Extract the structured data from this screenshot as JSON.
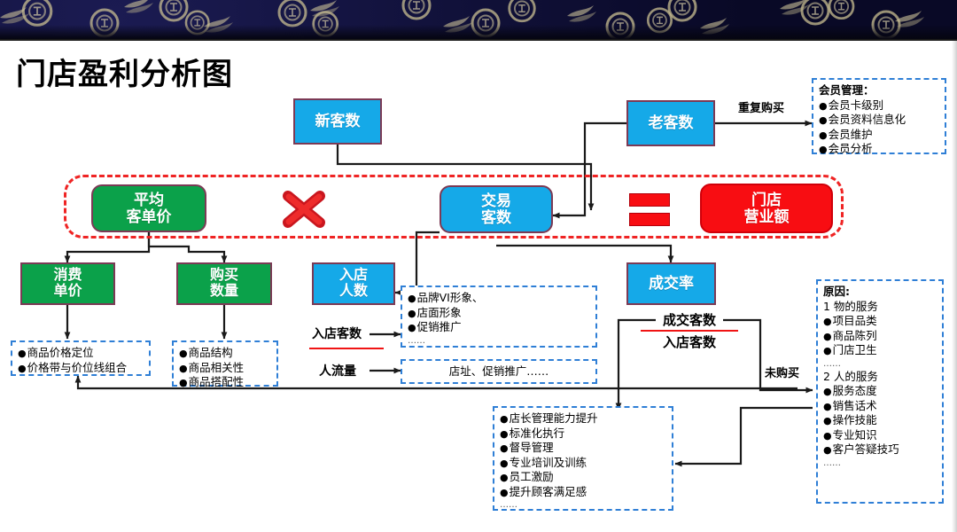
{
  "page": {
    "title": "门店盈利分析图",
    "banner_motif": "coin-pattern-banner"
  },
  "nodes": {
    "new_customers": "新客数",
    "old_customers": "老客数",
    "avg_unit_price": "平均\n客单价",
    "trade_customers": "交易\n客数",
    "store_revenue": "门店\n营业额",
    "consume_unit_price": "消费\n单价",
    "purchase_qty": "购买\n数量",
    "enter_store_count": "入店\n人数",
    "conversion_rate": "成交率"
  },
  "operators": {
    "multiply": "×",
    "equals": "="
  },
  "edge_labels": {
    "repeat_purchase": "重复购买",
    "not_purchased": "未购买",
    "enter_store_guests": "入店客数",
    "foot_traffic": "人流量"
  },
  "fractions": {
    "conversion": {
      "numerator": "成交客数",
      "denominator": "入店客数"
    }
  },
  "notes": {
    "member_management": {
      "title": "会员管理：",
      "items": [
        "会员卡级别",
        "会员资料信息化",
        "会员维护",
        "会员分析"
      ]
    },
    "price_positioning": {
      "items": [
        "商品价格定位",
        "价格带与价位线组合"
      ]
    },
    "product_structure": {
      "items": [
        "商品结构",
        "商品相关性",
        "商品搭配性"
      ]
    },
    "store_image": {
      "items": [
        "品牌VI形象、",
        "店面形象",
        "促销推广"
      ],
      "ellipsis": "……"
    },
    "traffic_sources": {
      "text": "店址、促销推广……"
    },
    "management_improvement": {
      "items": [
        "店长管理能力提升",
        "标准化执行",
        "督导管理",
        "专业培训及训练",
        "员工激励",
        "提升顾客满足感"
      ],
      "ellipsis": "……"
    },
    "reasons": {
      "title": "原因:",
      "group1_title": "1 物的服务",
      "group1_items": [
        "项目品类",
        "商品陈列",
        "门店卫生"
      ],
      "group1_ellipsis": "……",
      "group2_title": "2 人的服务",
      "group2_items": [
        "服务态度",
        "销售话术",
        "操作技能",
        "专业知识",
        "客户答疑技巧"
      ],
      "group2_ellipsis": "……"
    }
  },
  "colors": {
    "blue_node": "#15a9e8",
    "green_node": "#0ba14a",
    "red_node": "#f80d12",
    "node_border": "#7b3a55",
    "dashed_red": "#ef2424",
    "dashed_blue": "#2f7fd6",
    "banner": "#0c0c33",
    "wire": "#1a1a1a",
    "fraction_bar": "#f01414"
  }
}
